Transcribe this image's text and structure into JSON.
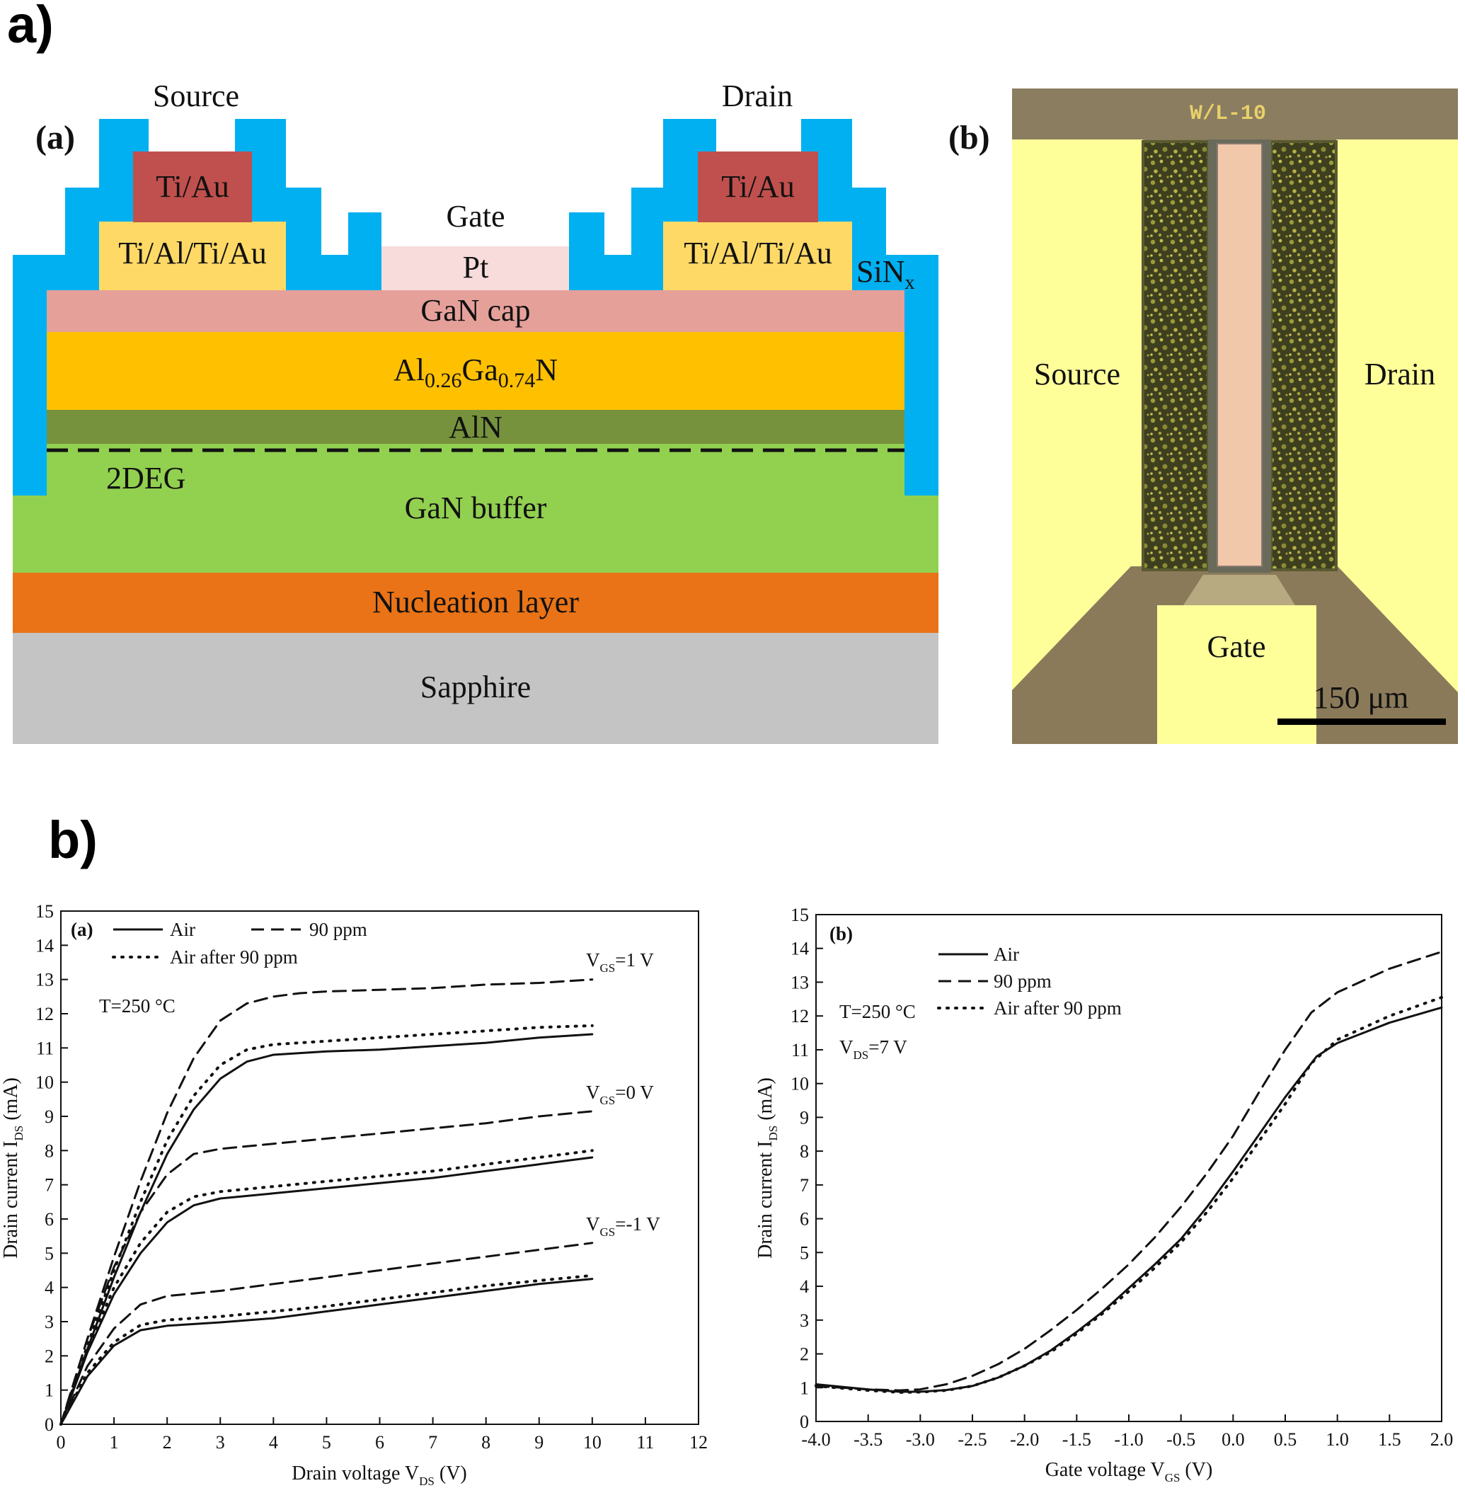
{
  "figure": {
    "panel_a_letter": "a)",
    "panel_b_letter": "b)"
  },
  "cross_section": {
    "subpanel_label": "(a)",
    "source_label": "Source",
    "drain_label": "Drain",
    "gate_label": "Gate",
    "contact_top": "Ti/Au",
    "contact_ohmic": "Ti/Al/Ti/Au",
    "gate_metal": "Pt",
    "passivation_main": "SiN",
    "passivation_sub": "x",
    "layers": {
      "cap": "GaN cap",
      "barrier_a": "Al",
      "barrier_a_sub": "0.26",
      "barrier_b": "Ga",
      "barrier_b_sub": "0.74",
      "barrier_c": "N",
      "spacer": "AlN",
      "twodeg": "2DEG",
      "buffer": "GaN buffer",
      "nucleation": "Nucleation layer",
      "substrate": "Sapphire"
    },
    "colors": {
      "sin": "#00b0f0",
      "tiau": "#c0504d",
      "ohmic": "#ffd966",
      "pt": "#f8dcdc",
      "cap": "#e6a09a",
      "algan": "#ffc000",
      "aln": "#76923c",
      "buffer": "#92d050",
      "nucleation": "#e97316",
      "sapphire": "#c4c4c4"
    }
  },
  "micrograph": {
    "subpanel_label": "(b)",
    "mark_label": "W/L-10",
    "source_label": "Source",
    "drain_label": "Drain",
    "gate_label": "Gate",
    "scale_label": "150 μm"
  },
  "output_chart": {
    "subpanel_label": "(a)",
    "legend": [
      "Air",
      "90 ppm",
      "Air after 90 ppm"
    ],
    "temp_note": "T=250 °C",
    "vgs_labels": [
      {
        "main": "V",
        "sub": "GS",
        "rest": "=1 V"
      },
      {
        "main": "V",
        "sub": "GS",
        "rest": "=0 V"
      },
      {
        "main": "V",
        "sub": "GS",
        "rest": "=-1 V"
      }
    ],
    "xlabel_main": "Drain voltage V",
    "xlabel_sub": "DS",
    "xlabel_rest": " (V)",
    "ylabel_main": "Drain current I",
    "ylabel_sub": "DS",
    "ylabel_rest": " (mA)"
  },
  "transfer_chart": {
    "subpanel_label": "(b)",
    "legend": [
      "Air",
      "90 ppm",
      "Air after 90 ppm"
    ],
    "temp_note": "T=250 °C",
    "vds_note_main": "V",
    "vds_note_sub": "DS",
    "vds_note_rest": "=7 V",
    "xlabel_main": "Gate voltage V",
    "xlabel_sub": "GS",
    "xlabel_rest": " (V)",
    "ylabel_main": "Drain current I",
    "ylabel_sub": "DS",
    "ylabel_rest": " (mA)"
  },
  "chart_data": [
    {
      "type": "line",
      "xlim": [
        0,
        12
      ],
      "ylim": [
        0,
        15
      ],
      "x_ticks": [
        0,
        1,
        2,
        3,
        4,
        5,
        6,
        7,
        8,
        9,
        10,
        11,
        12
      ],
      "y_ticks": [
        0,
        1,
        2,
        3,
        4,
        5,
        6,
        7,
        8,
        9,
        10,
        11,
        12,
        13,
        14,
        15
      ],
      "series": [
        {
          "name": "Air",
          "group": "VGS=1 V",
          "style": "solid",
          "x": [
            0,
            0.5,
            1,
            1.5,
            2,
            2.5,
            3,
            3.5,
            4,
            4.5,
            5,
            6,
            7,
            8,
            9,
            10
          ],
          "y": [
            0,
            2.2,
            4.3,
            6.2,
            7.9,
            9.2,
            10.1,
            10.6,
            10.8,
            10.85,
            10.9,
            10.95,
            11.05,
            11.15,
            11.3,
            11.4
          ]
        },
        {
          "name": "90 ppm",
          "group": "VGS=1 V",
          "style": "dashed",
          "x": [
            0,
            0.5,
            1,
            1.5,
            2,
            2.5,
            3,
            3.5,
            4,
            4.5,
            5,
            6,
            7,
            8,
            9,
            10
          ],
          "y": [
            0,
            2.5,
            4.9,
            7.1,
            9.1,
            10.7,
            11.8,
            12.3,
            12.5,
            12.6,
            12.65,
            12.7,
            12.75,
            12.85,
            12.9,
            13.0
          ]
        },
        {
          "name": "Air after 90 ppm",
          "group": "VGS=1 V",
          "style": "dotted",
          "x": [
            0,
            0.5,
            1,
            1.5,
            2,
            2.5,
            3,
            3.5,
            4,
            4.5,
            5,
            6,
            7,
            8,
            9,
            10
          ],
          "y": [
            0,
            2.3,
            4.5,
            6.5,
            8.3,
            9.6,
            10.5,
            10.95,
            11.1,
            11.15,
            11.2,
            11.3,
            11.4,
            11.5,
            11.6,
            11.65
          ]
        },
        {
          "name": "Air",
          "group": "VGS=0 V",
          "style": "solid",
          "x": [
            0,
            0.5,
            1,
            1.5,
            2,
            2.5,
            3,
            4,
            5,
            6,
            7,
            8,
            9,
            10
          ],
          "y": [
            0,
            2.1,
            3.8,
            5.0,
            5.9,
            6.4,
            6.6,
            6.75,
            6.9,
            7.05,
            7.2,
            7.4,
            7.6,
            7.8
          ]
        },
        {
          "name": "90 ppm",
          "group": "VGS=0 V",
          "style": "dashed",
          "x": [
            0,
            0.5,
            1,
            1.5,
            2,
            2.5,
            3,
            4,
            5,
            6,
            7,
            8,
            9,
            10
          ],
          "y": [
            0,
            2.5,
            4.6,
            6.2,
            7.3,
            7.9,
            8.05,
            8.2,
            8.35,
            8.5,
            8.65,
            8.8,
            9.0,
            9.15
          ]
        },
        {
          "name": "Air after 90 ppm",
          "group": "VGS=0 V",
          "style": "dotted",
          "x": [
            0,
            0.5,
            1,
            1.5,
            2,
            2.5,
            3,
            4,
            5,
            6,
            7,
            8,
            9,
            10
          ],
          "y": [
            0,
            2.2,
            4.0,
            5.3,
            6.2,
            6.65,
            6.8,
            6.95,
            7.1,
            7.25,
            7.4,
            7.6,
            7.8,
            8.0
          ]
        },
        {
          "name": "Air",
          "group": "VGS=-1 V",
          "style": "solid",
          "x": [
            0,
            0.5,
            1,
            1.5,
            2,
            3,
            4,
            5,
            6,
            7,
            8,
            9,
            10
          ],
          "y": [
            0,
            1.4,
            2.3,
            2.75,
            2.88,
            2.98,
            3.1,
            3.3,
            3.5,
            3.7,
            3.9,
            4.1,
            4.25
          ]
        },
        {
          "name": "90 ppm",
          "group": "VGS=-1 V",
          "style": "dashed",
          "x": [
            0,
            0.5,
            1,
            1.5,
            2,
            3,
            4,
            5,
            6,
            7,
            8,
            9,
            10
          ],
          "y": [
            0,
            1.7,
            2.8,
            3.5,
            3.75,
            3.9,
            4.1,
            4.3,
            4.5,
            4.7,
            4.9,
            5.1,
            5.3
          ]
        },
        {
          "name": "Air after 90 ppm",
          "group": "VGS=-1 V",
          "style": "dotted",
          "x": [
            0,
            0.5,
            1,
            1.5,
            2,
            3,
            4,
            5,
            6,
            7,
            8,
            9,
            10
          ],
          "y": [
            0,
            1.5,
            2.4,
            2.9,
            3.05,
            3.15,
            3.3,
            3.45,
            3.65,
            3.85,
            4.05,
            4.2,
            4.35
          ]
        }
      ]
    },
    {
      "type": "line",
      "xlim": [
        -4.0,
        2.0
      ],
      "ylim": [
        0,
        15
      ],
      "x_ticks": [
        "-4.0",
        "-3.5",
        "-3.0",
        "-2.5",
        "-2.0",
        "-1.5",
        "-1.0",
        "-0.5",
        "0.0",
        "0.5",
        "1.0",
        "1.5",
        "2.0"
      ],
      "y_ticks": [
        0,
        1,
        2,
        3,
        4,
        5,
        6,
        7,
        8,
        9,
        10,
        11,
        12,
        13,
        14,
        15
      ],
      "series": [
        {
          "name": "Air",
          "style": "solid",
          "x": [
            -4,
            -3.5,
            -3.2,
            -3.0,
            -2.75,
            -2.5,
            -2.25,
            -2.0,
            -1.75,
            -1.5,
            -1.25,
            -1.0,
            -0.75,
            -0.5,
            -0.25,
            0,
            0.25,
            0.5,
            0.8,
            1.0,
            1.5,
            2.0
          ],
          "y": [
            1.1,
            0.95,
            0.88,
            0.88,
            0.93,
            1.05,
            1.3,
            1.65,
            2.1,
            2.65,
            3.25,
            3.95,
            4.65,
            5.4,
            6.35,
            7.4,
            8.5,
            9.6,
            10.8,
            11.2,
            11.8,
            12.25
          ]
        },
        {
          "name": "90 ppm",
          "style": "dashed",
          "x": [
            -4,
            -3.5,
            -3.2,
            -3.0,
            -2.75,
            -2.5,
            -2.25,
            -2.0,
            -1.75,
            -1.5,
            -1.25,
            -1.0,
            -0.75,
            -0.5,
            -0.25,
            0,
            0.25,
            0.5,
            0.75,
            1.0,
            1.5,
            2.0
          ],
          "y": [
            1.05,
            0.95,
            0.92,
            0.95,
            1.1,
            1.35,
            1.7,
            2.15,
            2.7,
            3.3,
            3.95,
            4.65,
            5.45,
            6.35,
            7.35,
            8.45,
            9.75,
            11.0,
            12.1,
            12.7,
            13.4,
            13.9
          ]
        },
        {
          "name": "Air after 90 ppm",
          "style": "dotted",
          "x": [
            -4,
            -3.5,
            -3.2,
            -3.0,
            -2.75,
            -2.5,
            -2.25,
            -2.0,
            -1.75,
            -1.5,
            -1.25,
            -1.0,
            -0.75,
            -0.5,
            -0.25,
            0,
            0.25,
            0.5,
            0.75,
            1.0,
            1.5,
            2.0
          ],
          "y": [
            1.05,
            0.92,
            0.86,
            0.87,
            0.92,
            1.05,
            1.3,
            1.65,
            2.05,
            2.6,
            3.2,
            3.85,
            4.55,
            5.3,
            6.2,
            7.2,
            8.3,
            9.4,
            10.6,
            11.3,
            12.0,
            12.55
          ]
        }
      ]
    }
  ]
}
